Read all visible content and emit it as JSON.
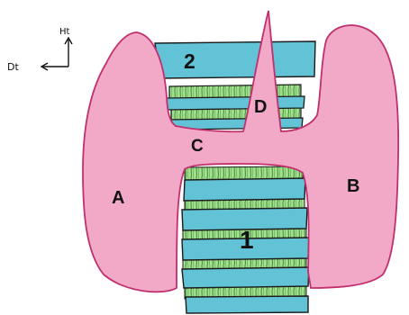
{
  "axes": {
    "vertical_label": "Ht",
    "horizontal_label": "Dt"
  },
  "labels": {
    "lobe_left": "A",
    "lobe_right": "B",
    "isthmus": "C",
    "pyramidal": "D",
    "upper_structure": "2",
    "lower_structure": "1"
  },
  "colors": {
    "gland_fill": "#f2a9c8",
    "gland_outline": "#c0306e",
    "band_fill": "#63c3d6",
    "band_outline": "#1b1b1b",
    "stripe_fill": "#9fd98b",
    "stripe_lines": "#3d9a3a"
  }
}
